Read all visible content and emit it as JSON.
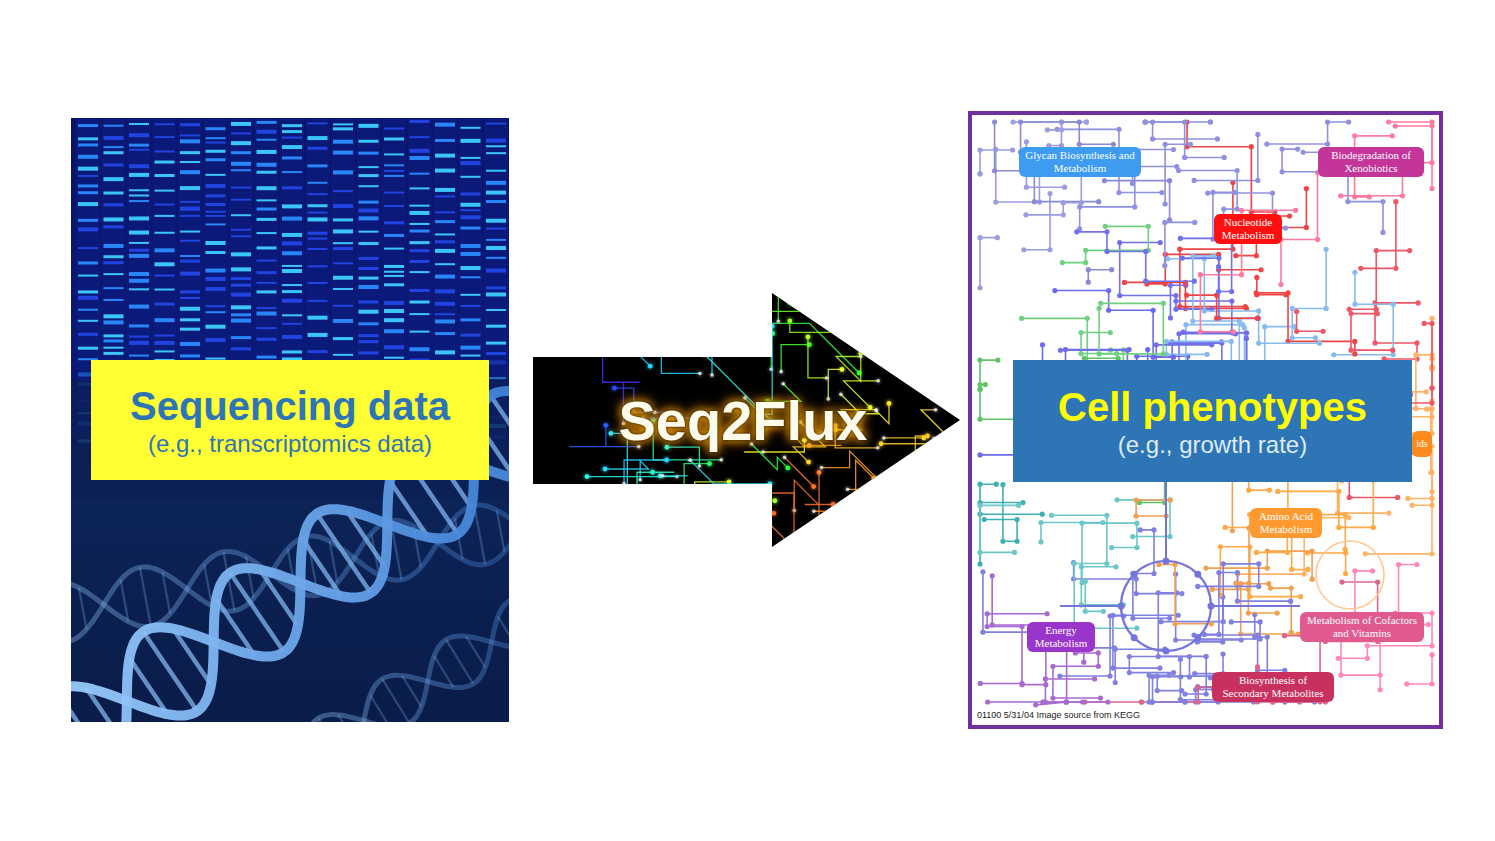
{
  "diagram": {
    "nodes": [
      {
        "text": [
          "Sequencing data",
          "(e.g., transcriptomics data)"
        ]
      },
      {
        "text": [
          "Seq2Flux"
        ]
      },
      {
        "text": [
          "Cell phenotypes",
          "(e.g., growth rate)"
        ]
      }
    ],
    "labels": [
      "Glycan Biosynthesis and Metabolism",
      "Biodegradation of Xenobiotics",
      "Nucleotide Metabolism",
      "ids",
      "Amino Acid Metabolism",
      "Energy Metabolism",
      "Metabolism of Cofactors and Vitamins",
      "Biosynthesis of Secondary Metabolites",
      "01100 5/31/04 Image source from KEGG"
    ]
  }
}
